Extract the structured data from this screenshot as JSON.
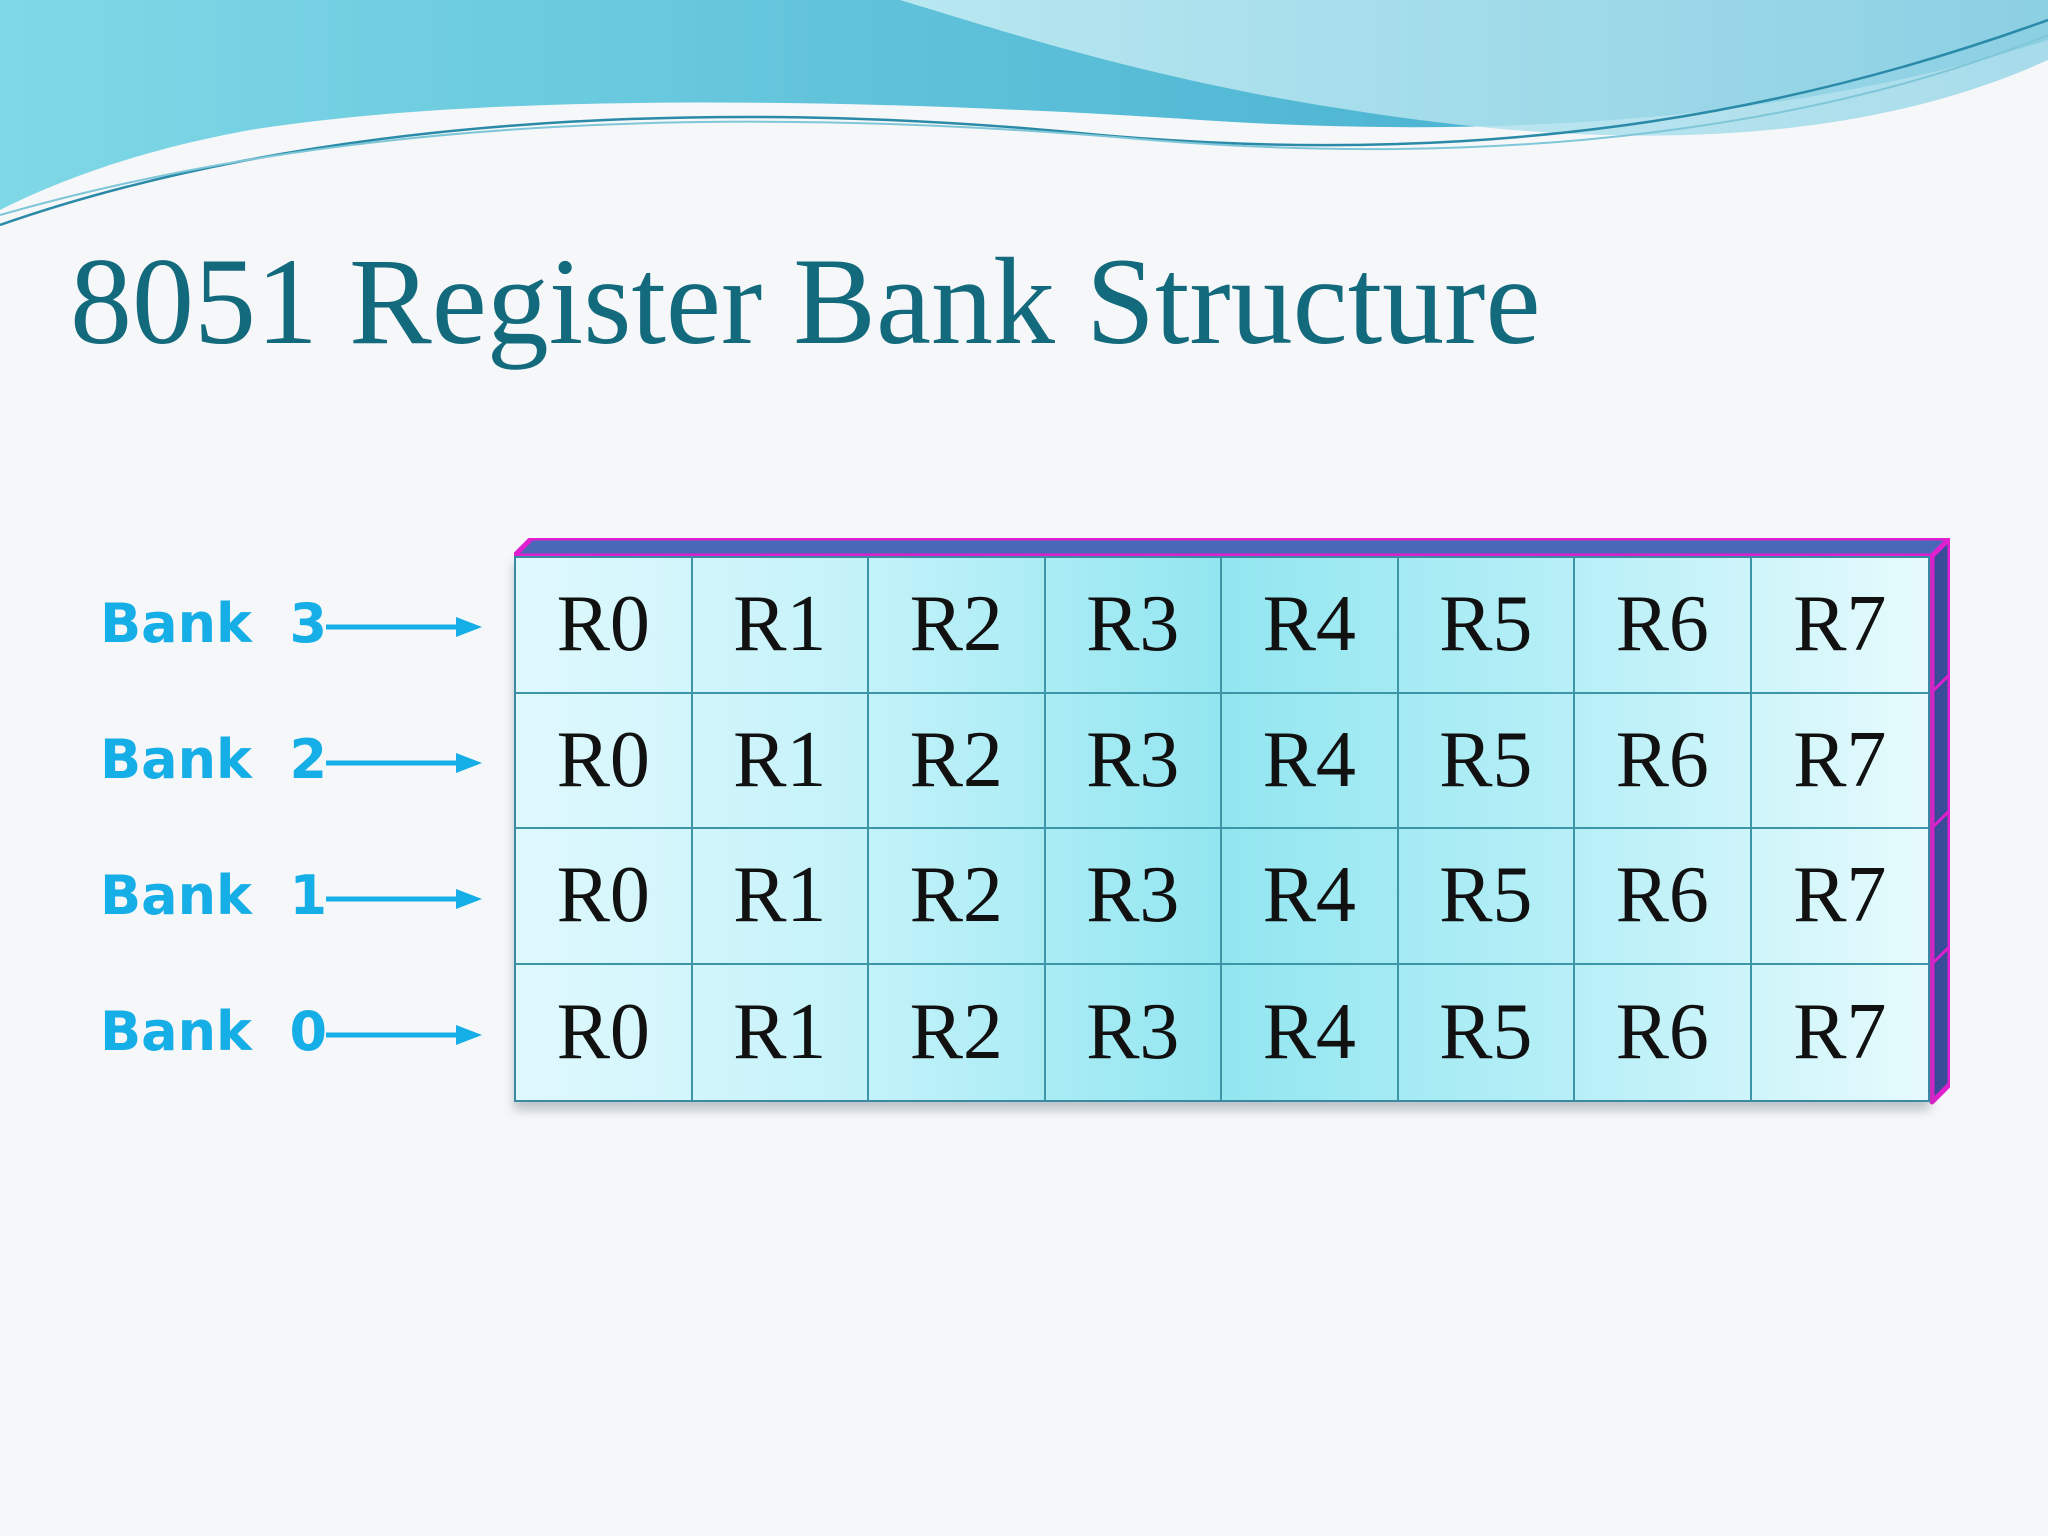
{
  "title": "8051 Register Bank Structure",
  "banks": [
    {
      "label": "Bank  3",
      "registers": [
        "R0",
        "R1",
        "R2",
        "R3",
        "R4",
        "R5",
        "R6",
        "R7"
      ]
    },
    {
      "label": "Bank  2",
      "registers": [
        "R0",
        "R1",
        "R2",
        "R3",
        "R4",
        "R5",
        "R6",
        "R7"
      ]
    },
    {
      "label": "Bank  1",
      "registers": [
        "R0",
        "R1",
        "R2",
        "R3",
        "R4",
        "R5",
        "R6",
        "R7"
      ]
    },
    {
      "label": "Bank  0",
      "registers": [
        "R0",
        "R1",
        "R2",
        "R3",
        "R4",
        "R5",
        "R6",
        "R7"
      ]
    }
  ],
  "colors": {
    "title": "#136a7c",
    "bank_label": "#16aee6",
    "arrow": "#16aee6",
    "frame_edge": "#e020d0",
    "frame_side": "#3a4b98",
    "cell_border": "#3d95a8"
  }
}
